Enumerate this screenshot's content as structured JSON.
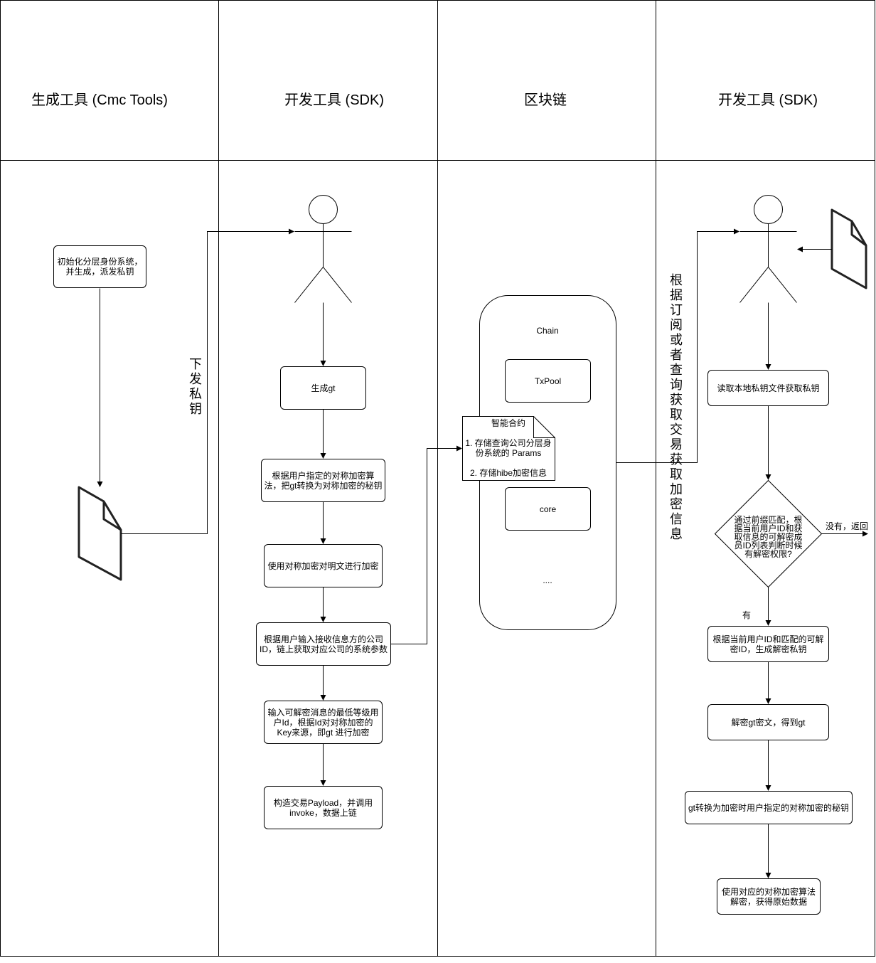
{
  "lanes": {
    "tools": "生成工具 (Cmc Tools)",
    "sdk_left": "开发工具 (SDK)",
    "chain": "区块链",
    "sdk_right": "开发工具 (SDK)"
  },
  "tools": {
    "init": "初始化分层身份系统，并生成，派发私钥",
    "issue_key": "下\n发\n私\n钥"
  },
  "sdk_left": {
    "gen_gt": "生成gt",
    "convert": "根据用户指定的对称加密算法，把gt转换为对称加密的秘钥",
    "encrypt": "使用对称加密对明文进行加密",
    "fetch_params": "根据用户输入接收信息方的公司ID，链上获取对应公司的系统参数",
    "min_level": "输入可解密消息的最低等级用户Id，根据Id对对称加密的Key来源，即gt 进行加密",
    "payload": "构造交易Payload，并调用invoke，数据上链"
  },
  "chain": {
    "title": "Chain",
    "txpool": "TxPool",
    "contract_title": "智能合约",
    "contract_item1": "1. 存储查询公司分层身份系统的 Params",
    "contract_item2": "2. 存储hibe加密信息",
    "core": "core",
    "more": "...."
  },
  "sdk_right": {
    "subscribe": "根\n据\n订\n阅\n或\n者\n查\n询\n获\n取\n交\n易\n获\n取\n加\n密\n信\n息",
    "read_key": "读取本地私钥文件获取私钥",
    "decision": "通过前缀匹配，根据当前用户ID和获取信息的可解密成员ID列表判断时候有解密权限?",
    "no_return": "没有，返回",
    "yes": "有",
    "gen_decrypt_key": "根据当前用户ID和匹配的可解密ID，生成解密私钥",
    "decrypt_gt": "解密gt密文，得到gt",
    "gt_convert": "gt转换为加密时用户指定的对称加密的秘钥",
    "final_decrypt": "使用对应的对称加密算法解密，获得原始数据"
  }
}
